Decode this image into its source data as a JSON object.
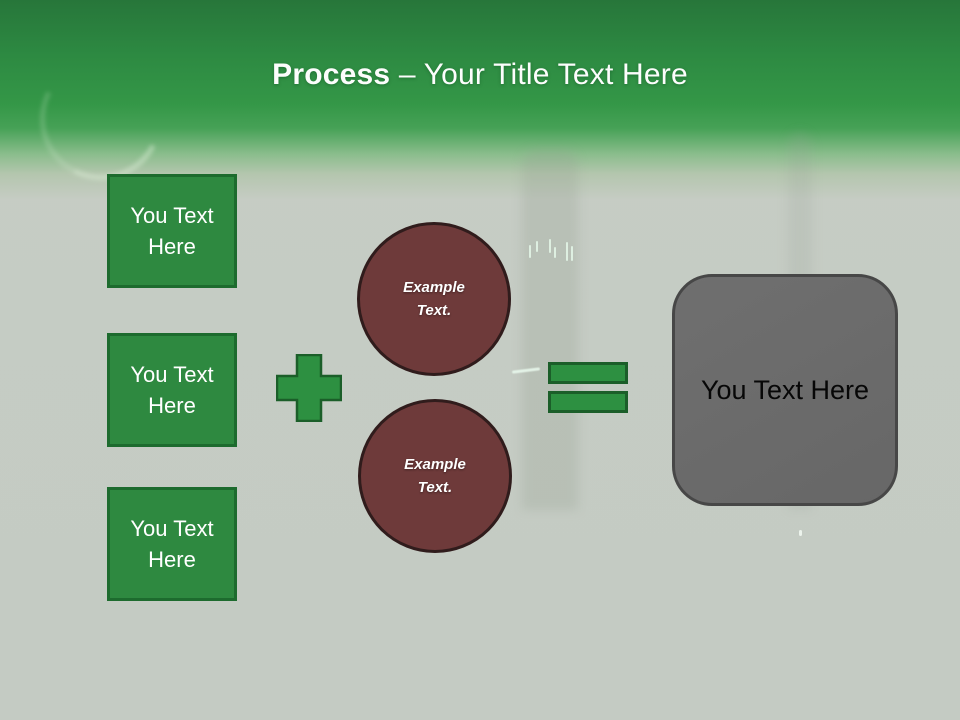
{
  "slide": {
    "title": {
      "emphasis": "Process",
      "rest": " – Your Title Text Here"
    },
    "left_boxes": [
      {
        "label": "You Text Here"
      },
      {
        "label": "You Text Here"
      },
      {
        "label": "You Text Here"
      }
    ],
    "circles": [
      {
        "label": "Example Text."
      },
      {
        "label": "Example Text."
      }
    ],
    "result_box": {
      "label": "You Text Here"
    },
    "icons": {
      "plus": "plus-shape",
      "equals": "equals-shape",
      "crescent": "crescent-moon"
    },
    "colors": {
      "header_green_top": "#27763a",
      "header_green_mid": "#349747",
      "background": "#c6ccc4",
      "box_fill": "#2e8940",
      "box_border": "#1d6b2e",
      "operator_fill": "#2d9041",
      "operator_border": "#1b5e29",
      "circle_fill": "#6e3a3a",
      "circle_border": "#301c1c",
      "result_fill": "#6a6a6a",
      "result_border": "#474747",
      "title_text": "#ffffff",
      "box_text": "#ffffff",
      "circle_text": "#ffffff",
      "result_text": "#000000"
    }
  }
}
